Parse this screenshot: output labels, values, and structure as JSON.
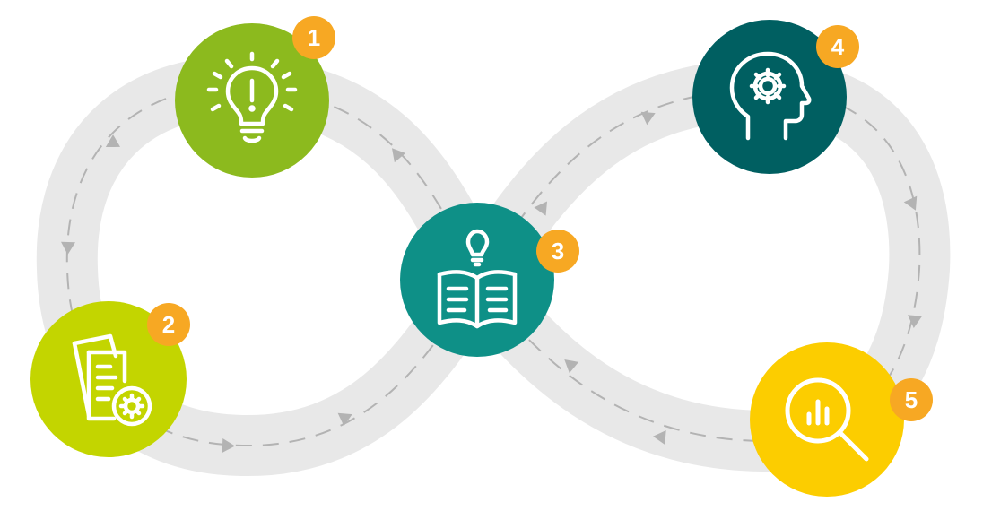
{
  "colors": {
    "track": "#e8e8e8",
    "dash": "#b3b3b3",
    "badge": "#f7a823",
    "icon_stroke": "#ffffff"
  },
  "steps": [
    {
      "number": "1",
      "icon": "lightbulb-exclamation-icon",
      "color": "#8cba1e"
    },
    {
      "number": "2",
      "icon": "documents-gear-icon",
      "color": "#c3d500"
    },
    {
      "number": "3",
      "icon": "book-lightbulb-icon",
      "color": "#0e9087"
    },
    {
      "number": "4",
      "icon": "head-gear-icon",
      "color": "#005f61"
    },
    {
      "number": "5",
      "icon": "magnifier-chart-icon",
      "color": "#fccd00"
    }
  ]
}
